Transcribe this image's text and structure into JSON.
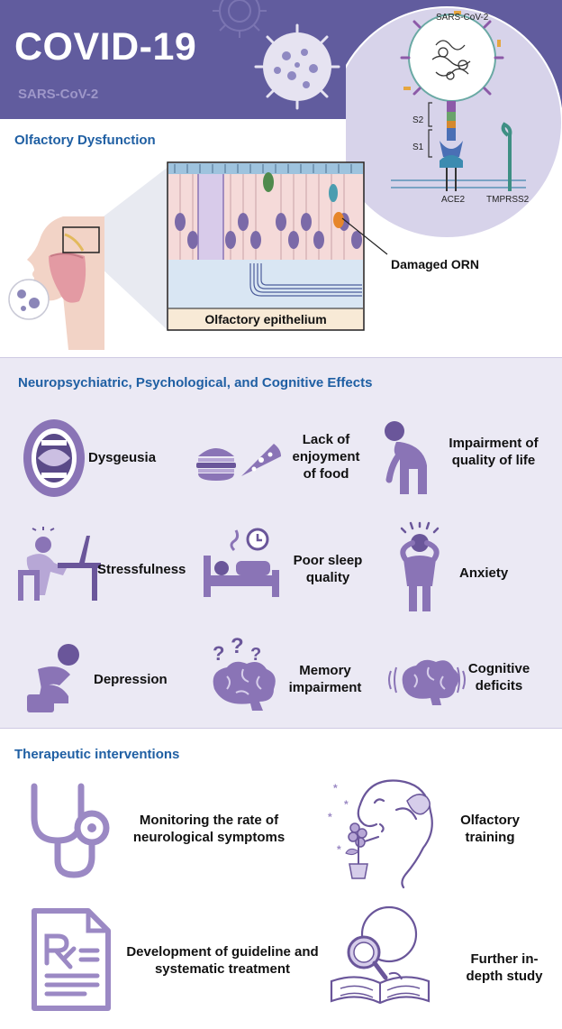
{
  "header": {
    "title": "COVID-19",
    "subtitle": "SARS-CoV-2"
  },
  "inset": {
    "virus_label": "SARS-CoV-2",
    "s2_label": "S2",
    "s1_label": "S1",
    "ace2_label": "ACE2",
    "tmprss2_label": "TMPRSS2"
  },
  "olfactory": {
    "section_title": "Olfactory Dysfunction",
    "damaged_label": "Damaged ORN",
    "epithelium_label": "Olfactory epithelium"
  },
  "effects": {
    "section_title": "Neuropsychiatric, Psychological, and Cognitive Effects",
    "items": [
      {
        "label": "Dysgeusia",
        "icon": "mouth-icon"
      },
      {
        "label": "Lack of enjoyment of food",
        "icon": "food-icon"
      },
      {
        "label": "Impairment of quality of life",
        "icon": "slouched-person-icon"
      },
      {
        "label": "Stressfulness",
        "icon": "stressed-worker-icon"
      },
      {
        "label": "Poor sleep quality",
        "icon": "bed-clock-icon"
      },
      {
        "label": "Anxiety",
        "icon": "anxious-person-icon"
      },
      {
        "label": "Depression",
        "icon": "sad-person-icon"
      },
      {
        "label": "Memory impairment",
        "icon": "brain-question-icon"
      },
      {
        "label": "Cognitive deficits",
        "icon": "brain-shaking-icon"
      }
    ]
  },
  "therapy": {
    "section_title": "Therapeutic interventions",
    "items": [
      {
        "label": "Monitoring the rate of neurological symptoms",
        "icon": "stethoscope-icon"
      },
      {
        "label": "Olfactory training",
        "icon": "smelling-flower-icon"
      },
      {
        "label": "Development of guideline and systematic treatment",
        "icon": "prescription-icon"
      },
      {
        "label": "Further in-depth study",
        "icon": "magnifier-study-icon"
      }
    ]
  },
  "colors": {
    "header_band": "#615c9e",
    "icon_purple": "#8a74b6",
    "section_blue": "#1f5fa3",
    "panel_bg": "#ebe9f4"
  }
}
